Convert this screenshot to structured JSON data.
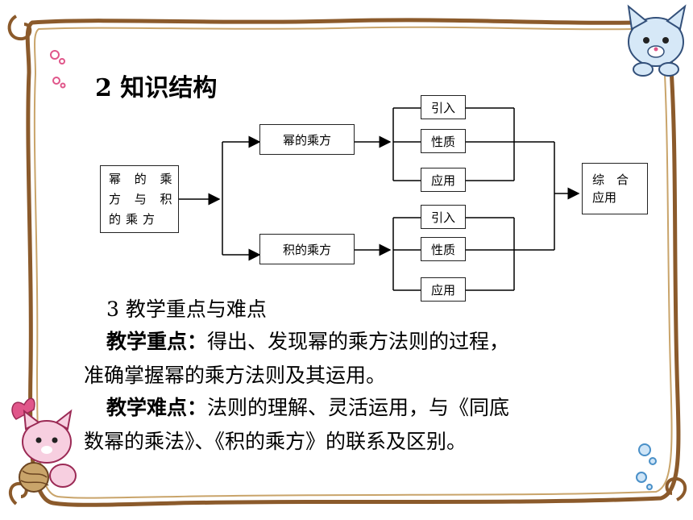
{
  "slide": {
    "section_title": "2 知识结构",
    "diagram": {
      "root": [
        "幂 的 乘",
        "方 与 积",
        "的乘方"
      ],
      "branches": [
        {
          "label": "幂的乘方",
          "items": [
            "引入",
            "性质",
            "应用"
          ]
        },
        {
          "label": "积的乘方",
          "items": [
            "引入",
            "性质",
            "应用"
          ]
        }
      ],
      "result": [
        "综　合",
        "应用"
      ]
    },
    "focus_heading": "3  教学重点与难点",
    "key_points_label": "教学重点：",
    "key_points_line1": "得出、发现幂的乘方法则的过程，",
    "key_points_line2": "准确掌握幂的乘方法则及其运用。",
    "difficulties_label": "教学难点：",
    "difficulties_line1": "法则的理解、灵活运用，与《同底",
    "difficulties_line2": "数幂的乘法》、《积的乘方》的联系及区别。"
  },
  "colors": {
    "frame": "#8b5a2b",
    "frame_light": "#c9a46a",
    "accent_pink": "#e0568a",
    "accent_blue": "#4a90c8"
  }
}
